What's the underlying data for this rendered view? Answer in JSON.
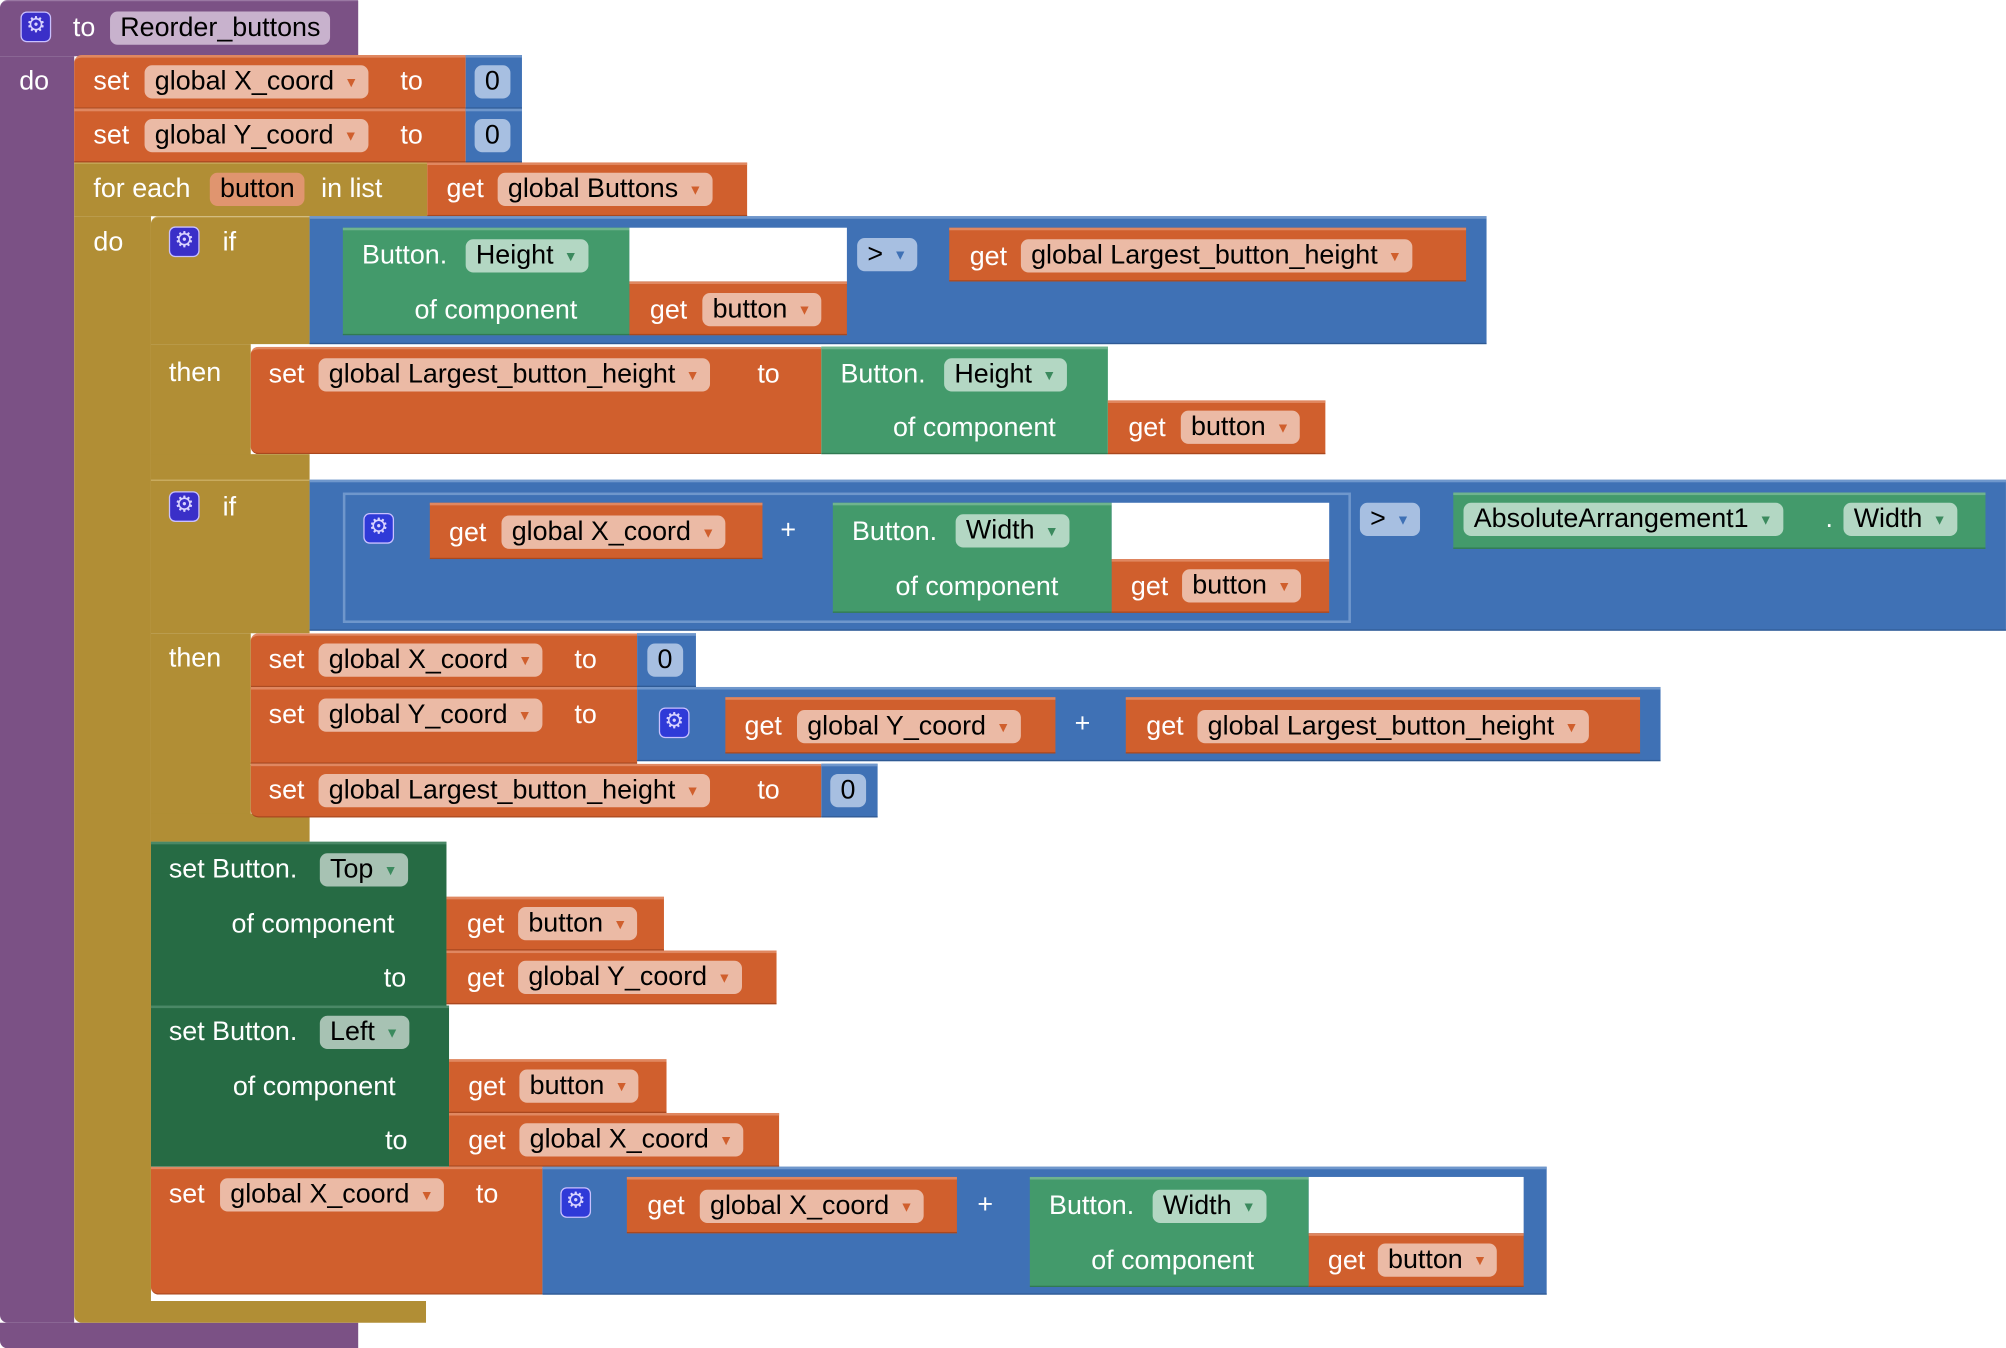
{
  "procedure": {
    "keyword_to": "to",
    "name": "Reorder_buttons",
    "keyword_do": "do",
    "icon": "gear-icon",
    "color": "#7b5185"
  },
  "init": [
    {
      "set": "set",
      "var": "global X_coord",
      "to": "to",
      "value": "0"
    },
    {
      "set": "set",
      "var": "global Y_coord",
      "to": "to",
      "value": "0"
    }
  ],
  "foreach": {
    "label_for_each": "for each",
    "item_var": "button",
    "label_in_list": "in list",
    "label_do": "do",
    "list_get": "get",
    "list_var": "global Buttons",
    "color": "#b18e35"
  },
  "if1": {
    "label_if": "if",
    "label_then": "then",
    "cond": {
      "left_component_type": "Button.",
      "left_property": "Height",
      "of_component": "of component",
      "of_get": "get",
      "of_var": "button",
      "operator": ">",
      "right_get": "get",
      "right_var": "global Largest_button_height"
    },
    "then": {
      "set": "set",
      "var": "global Largest_button_height",
      "to": "to",
      "component_type": "Button.",
      "property": "Height",
      "of_component": "of component",
      "of_get": "get",
      "of_var": "button"
    }
  },
  "if2": {
    "label_if": "if",
    "label_then": "then",
    "cond": {
      "sum_get": "get",
      "sum_var": "global X_coord",
      "plus": "+",
      "component_type": "Button.",
      "property": "Width",
      "of_component": "of component",
      "of_get": "get",
      "of_var": "button",
      "operator": ">",
      "right_component": "AbsoluteArrangement1",
      "right_dot": ".",
      "right_property": "Width"
    },
    "then": [
      {
        "set": "set",
        "var": "global X_coord",
        "to": "to",
        "value": "0"
      },
      {
        "set": "set",
        "var": "global Y_coord",
        "to": "to",
        "get1": "get",
        "var1": "global Y_coord",
        "plus": "+",
        "get2": "get",
        "var2": "global Largest_button_height"
      },
      {
        "set": "set",
        "var": "global Largest_button_height",
        "to": "to",
        "value": "0"
      }
    ]
  },
  "setters": [
    {
      "label": "set Button.",
      "property": "Top",
      "of_component": "of component",
      "of_get": "get",
      "of_var": "button",
      "to": "to",
      "to_get": "get",
      "to_var": "global Y_coord"
    },
    {
      "label": "set Button.",
      "property": "Left",
      "of_component": "of component",
      "of_get": "get",
      "of_var": "button",
      "to": "to",
      "to_get": "get",
      "to_var": "global X_coord"
    }
  ],
  "final_set": {
    "set": "set",
    "var": "global X_coord",
    "to": "to",
    "get1": "get",
    "var1": "global X_coord",
    "plus": "+",
    "component_type": "Button.",
    "property": "Width",
    "of_component": "of component",
    "of_get": "get",
    "of_var": "button"
  },
  "colors": {
    "procedure": "#7b5185",
    "control": "#b18e35",
    "variables": "#d05f2d",
    "math": "#3f71b5",
    "component_getter": "#439a6b",
    "component_setter": "#266b44"
  }
}
